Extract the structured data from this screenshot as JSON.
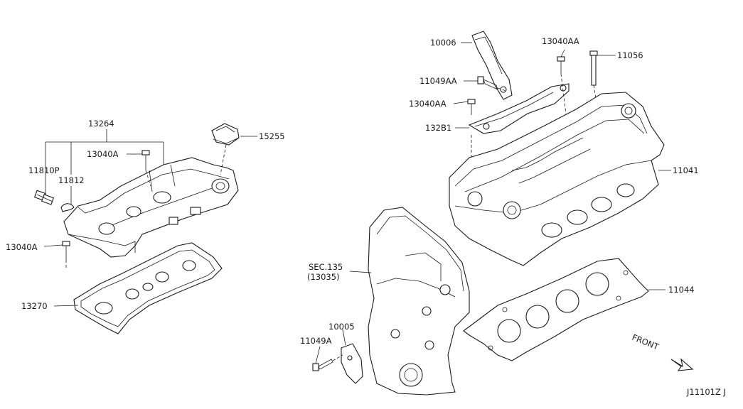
{
  "diagram_id": "J11101Z J",
  "front_label": "FRONT",
  "labels": {
    "p10006": "10006",
    "p13040AA_a": "13040AA",
    "p11056": "11056",
    "p11049AA": "11049AA",
    "p13040AA_b": "13040AA",
    "p13281": "132B1",
    "p11041": "11041",
    "p13264": "13264",
    "p15255": "15255",
    "p13040A_a": "13040A",
    "p11810P": "11810P",
    "p11812": "11812",
    "p13040A_b": "13040A",
    "p13270": "13270",
    "sec135": "SEC.135",
    "sec13035": "(13035)",
    "p11044": "11044",
    "p10005": "10005",
    "p11049A": "11049A"
  }
}
